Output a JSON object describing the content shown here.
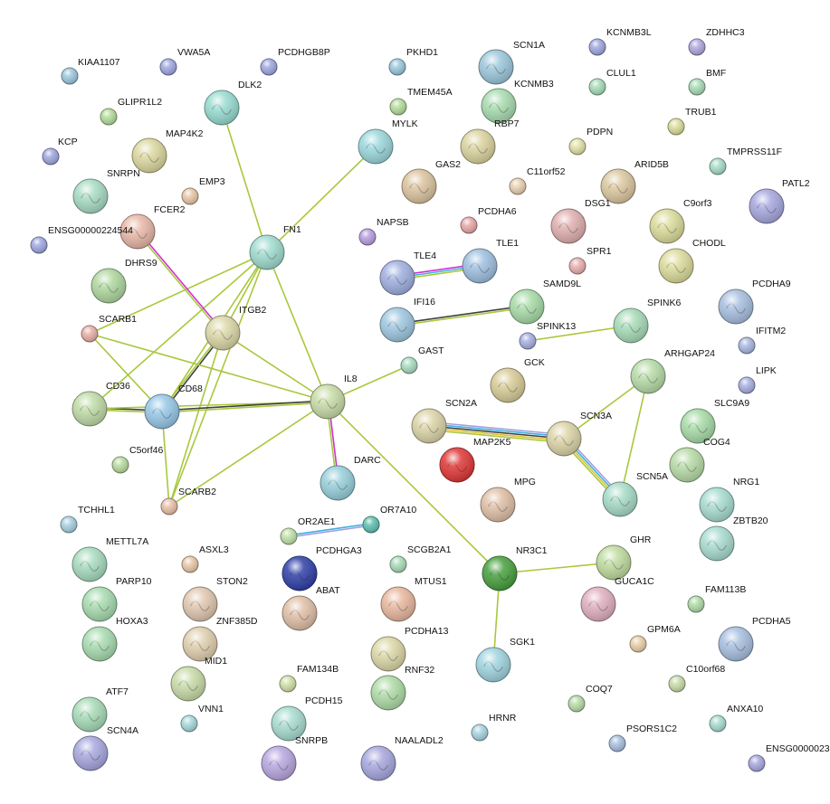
{
  "network": {
    "nodes": [
      {
        "id": "KIAA1107",
        "label": "KIAA1107",
        "color": "#9cc8dc",
        "size": "small"
      },
      {
        "id": "VWA5A",
        "label": "VWA5A",
        "color": "#a0a8e0",
        "size": "small"
      },
      {
        "id": "PCDHGB8P",
        "label": "PCDHGB8P",
        "color": "#a0a8e0",
        "size": "small"
      },
      {
        "id": "PKHD1",
        "label": "PKHD1",
        "color": "#9cc8dc",
        "size": "small"
      },
      {
        "id": "SCN1A",
        "label": "SCN1A",
        "color": "#9cc8dc",
        "size": "large"
      },
      {
        "id": "KCNMB3L",
        "label": "KCNMB3L",
        "color": "#a0a8e0",
        "size": "small"
      },
      {
        "id": "ZDHHC3",
        "label": "ZDHHC3",
        "color": "#b0a8e0",
        "size": "small"
      },
      {
        "id": "DLK2",
        "label": "DLK2",
        "color": "#98dcd0",
        "size": "large"
      },
      {
        "id": "GLIPR1L2",
        "label": "GLIPR1L2",
        "color": "#b4dc9c",
        "size": "small"
      },
      {
        "id": "TMEM45A",
        "label": "TMEM45A",
        "color": "#b4dc9c",
        "size": "small"
      },
      {
        "id": "KCNMB3",
        "label": "KCNMB3",
        "color": "#a8dcb0",
        "size": "large"
      },
      {
        "id": "CLUL1",
        "label": "CLUL1",
        "color": "#a8dcb8",
        "size": "small"
      },
      {
        "id": "BMF",
        "label": "BMF",
        "color": "#a8dcb8",
        "size": "small"
      },
      {
        "id": "MYLK",
        "label": "MYLK",
        "color": "#9cd8dc",
        "size": "large"
      },
      {
        "id": "RBP7",
        "label": "RBP7",
        "color": "#dcd4a0",
        "size": "large"
      },
      {
        "id": "TRUB1",
        "label": "TRUB1",
        "color": "#dcdc9c",
        "size": "small"
      },
      {
        "id": "KCP",
        "label": "KCP",
        "color": "#a0a8e0",
        "size": "small"
      },
      {
        "id": "MAP4K2",
        "label": "MAP4K2",
        "color": "#dcd8a0",
        "size": "large"
      },
      {
        "id": "PDPN",
        "label": "PDPN",
        "color": "#e0e0a8",
        "size": "small"
      },
      {
        "id": "TMPRSS11F",
        "label": "TMPRSS11F",
        "color": "#a8dcc8",
        "size": "small"
      },
      {
        "id": "SNRPN",
        "label": "SNRPN",
        "color": "#a8dcc4",
        "size": "large"
      },
      {
        "id": "GAS2",
        "label": "GAS2",
        "color": "#dcc4a0",
        "size": "large"
      },
      {
        "id": "C11orf52",
        "label": "C11orf52",
        "color": "#e8d0b0",
        "size": "small"
      },
      {
        "id": "ARID5B",
        "label": "ARID5B",
        "color": "#dcc8a0",
        "size": "large"
      },
      {
        "id": "EMP3",
        "label": "EMP3",
        "color": "#e8c8a8",
        "size": "small"
      },
      {
        "id": "PATL2",
        "label": "PATL2",
        "color": "#a8a8e0",
        "size": "large"
      },
      {
        "id": "FCER2",
        "label": "FCER2",
        "color": "#e8b8a8",
        "size": "large"
      },
      {
        "id": "DSG1",
        "label": "DSG1",
        "color": "#e0b0b0",
        "size": "large"
      },
      {
        "id": "C9orf3",
        "label": "C9orf3",
        "color": "#dcdc9c",
        "size": "large"
      },
      {
        "id": "ENSG00000224544",
        "label": "ENSG00000224544",
        "color": "#a0a8e0",
        "size": "small"
      },
      {
        "id": "FN1",
        "label": "FN1",
        "color": "#a0dcd0",
        "size": "large"
      },
      {
        "id": "NAPSB",
        "label": "NAPSB",
        "color": "#b8a0e0",
        "size": "small"
      },
      {
        "id": "PCDHA6",
        "label": "PCDHA6",
        "color": "#e8a8a8",
        "size": "small"
      },
      {
        "id": "SPR1",
        "label": "SPR1",
        "color": "#e8b0b0",
        "size": "small"
      },
      {
        "id": "CHODL",
        "label": "CHODL",
        "color": "#dcdc9c",
        "size": "large"
      },
      {
        "id": "DHRS9",
        "label": "DHRS9",
        "color": "#b0d8a0",
        "size": "large"
      },
      {
        "id": "TLE4",
        "label": "TLE4",
        "color": "#a0b0e0",
        "size": "large"
      },
      {
        "id": "TLE1",
        "label": "TLE1",
        "color": "#a0c0e0",
        "size": "large"
      },
      {
        "id": "PCDHA9",
        "label": "PCDHA9",
        "color": "#a8c0e0",
        "size": "large"
      },
      {
        "id": "SCARB1",
        "label": "SCARB1",
        "color": "#e8b0a8",
        "size": "small"
      },
      {
        "id": "SAMD9L",
        "label": "SAMD9L",
        "color": "#a8dca8",
        "size": "large"
      },
      {
        "id": "ITGB2",
        "label": "ITGB2",
        "color": "#dcd8a8",
        "size": "large"
      },
      {
        "id": "IFI16",
        "label": "IFI16",
        "color": "#a0c8e0",
        "size": "large"
      },
      {
        "id": "SPINK6",
        "label": "SPINK6",
        "color": "#a8dcb8",
        "size": "large"
      },
      {
        "id": "SPINK13",
        "label": "SPINK13",
        "color": "#a8b0e0",
        "size": "small"
      },
      {
        "id": "IFITM2",
        "label": "IFITM2",
        "color": "#a8b8e0",
        "size": "small"
      },
      {
        "id": "GAST",
        "label": "GAST",
        "color": "#a8dcc0",
        "size": "small"
      },
      {
        "id": "ARHGAP24",
        "label": "ARHGAP24",
        "color": "#b8dca8",
        "size": "large"
      },
      {
        "id": "GCK",
        "label": "GCK",
        "color": "#d8cc98",
        "size": "large"
      },
      {
        "id": "LIPK",
        "label": "LIPK",
        "color": "#a8b0e0",
        "size": "small"
      },
      {
        "id": "CD36",
        "label": "CD36",
        "color": "#c0dca8",
        "size": "large"
      },
      {
        "id": "CD68",
        "label": "CD68",
        "color": "#98c8e8",
        "size": "large"
      },
      {
        "id": "IL8",
        "label": "IL8",
        "color": "#c8dca8",
        "size": "large"
      },
      {
        "id": "SCN2A",
        "label": "SCN2A",
        "color": "#dcd4a8",
        "size": "large"
      },
      {
        "id": "SCN3A",
        "label": "SCN3A",
        "color": "#dcd4a8",
        "size": "large"
      },
      {
        "id": "SLC9A9",
        "label": "SLC9A9",
        "color": "#a8dca8",
        "size": "large"
      },
      {
        "id": "MAP2K5",
        "label": "MAP2K5",
        "color": "#e03838",
        "size": "large"
      },
      {
        "id": "COG4",
        "label": "COG4",
        "color": "#b8dca8",
        "size": "large"
      },
      {
        "id": "C5orf46",
        "label": "C5orf46",
        "color": "#b8dca0",
        "size": "small"
      },
      {
        "id": "DARC",
        "label": "DARC",
        "color": "#98d0dc",
        "size": "large"
      },
      {
        "id": "SCN5A",
        "label": "SCN5A",
        "color": "#a8dcc8",
        "size": "large"
      },
      {
        "id": "NRG1",
        "label": "NRG1",
        "color": "#a8dcd0",
        "size": "large"
      },
      {
        "id": "MPG",
        "label": "MPG",
        "color": "#e0c0a8",
        "size": "large"
      },
      {
        "id": "SCARB2",
        "label": "SCARB2",
        "color": "#e8c0a8",
        "size": "small"
      },
      {
        "id": "ZBTB20",
        "label": "ZBTB20",
        "color": "#a8dcd0",
        "size": "large"
      },
      {
        "id": "TCHHL1",
        "label": "TCHHL1",
        "color": "#a8d0e0",
        "size": "small"
      },
      {
        "id": "OR2AE1",
        "label": "OR2AE1",
        "color": "#c0e0a8",
        "size": "small"
      },
      {
        "id": "OR7A10",
        "label": "OR7A10",
        "color": "#60c0b0",
        "size": "small"
      },
      {
        "id": "METTL7A",
        "label": "METTL7A",
        "color": "#a8dcc0",
        "size": "large"
      },
      {
        "id": "ASXL3",
        "label": "ASXL3",
        "color": "#e8c8a8",
        "size": "small"
      },
      {
        "id": "PCDHGA3",
        "label": "PCDHGA3",
        "color": "#3040a8",
        "size": "large"
      },
      {
        "id": "SCGB2A1",
        "label": "SCGB2A1",
        "color": "#a8dcb8",
        "size": "small"
      },
      {
        "id": "NR3C1",
        "label": "NR3C1",
        "color": "#48a040",
        "size": "large"
      },
      {
        "id": "GHR",
        "label": "GHR",
        "color": "#c0dca0",
        "size": "large"
      },
      {
        "id": "PARP10",
        "label": "PARP10",
        "color": "#a8dcb0",
        "size": "large"
      },
      {
        "id": "STON2",
        "label": "STON2",
        "color": "#e0c8b0",
        "size": "large"
      },
      {
        "id": "ABAT",
        "label": "ABAT",
        "color": "#e0c0a8",
        "size": "large"
      },
      {
        "id": "MTUS1",
        "label": "MTUS1",
        "color": "#e8b8a0",
        "size": "large"
      },
      {
        "id": "GUCA1C",
        "label": "GUCA1C",
        "color": "#e0b0c0",
        "size": "large"
      },
      {
        "id": "FAM113B",
        "label": "FAM113B",
        "color": "#b0dca8",
        "size": "small"
      },
      {
        "id": "HOXA3",
        "label": "HOXA3",
        "color": "#a8dcb0",
        "size": "large"
      },
      {
        "id": "ZNF385D",
        "label": "ZNF385D",
        "color": "#e0d0b0",
        "size": "large"
      },
      {
        "id": "PCDHA13",
        "label": "PCDHA13",
        "color": "#dcd8a8",
        "size": "large"
      },
      {
        "id": "PCDHA5",
        "label": "PCDHA5",
        "color": "#a8c0e0",
        "size": "large"
      },
      {
        "id": "GPM6A",
        "label": "GPM6A",
        "color": "#e8d0a8",
        "size": "small"
      },
      {
        "id": "SGK1",
        "label": "SGK1",
        "color": "#a0d4e0",
        "size": "large"
      },
      {
        "id": "MID1",
        "label": "MID1",
        "color": "#c8dca8",
        "size": "large"
      },
      {
        "id": "RNF32",
        "label": "RNF32",
        "color": "#b0dca8",
        "size": "large"
      },
      {
        "id": "FAM134B",
        "label": "FAM134B",
        "color": "#d0e0a8",
        "size": "small"
      },
      {
        "id": "C10orf68",
        "label": "C10orf68",
        "color": "#c8dca8",
        "size": "small"
      },
      {
        "id": "ATF7",
        "label": "ATF7",
        "color": "#a8dcb8",
        "size": "large"
      },
      {
        "id": "COQ7",
        "label": "COQ7",
        "color": "#b8dca8",
        "size": "small"
      },
      {
        "id": "VNN1",
        "label": "VNN1",
        "color": "#a8d8dc",
        "size": "small"
      },
      {
        "id": "PCDH15",
        "label": "PCDH15",
        "color": "#a8dcd0",
        "size": "large"
      },
      {
        "id": "ANXA10",
        "label": "ANXA10",
        "color": "#a8dcd0",
        "size": "small"
      },
      {
        "id": "HRNR",
        "label": "HRNR",
        "color": "#a8d4e0",
        "size": "small"
      },
      {
        "id": "PSORS1C2",
        "label": "PSORS1C2",
        "color": "#a8c0e0",
        "size": "small"
      },
      {
        "id": "SCN4A",
        "label": "SCN4A",
        "color": "#a8a8e0",
        "size": "large"
      },
      {
        "id": "SNRPB",
        "label": "SNRPB",
        "color": "#b8a8e0",
        "size": "large"
      },
      {
        "id": "NAALADL2",
        "label": "NAALADL2",
        "color": "#a8a8e0",
        "size": "large"
      },
      {
        "id": "ENSG0000023",
        "label": "ENSG0000023",
        "color": "#a8a8e0",
        "size": "small"
      }
    ],
    "edges": [
      {
        "source": "DLK2",
        "target": "FN1",
        "colors": [
          "#a8c83c"
        ]
      },
      {
        "source": "MYLK",
        "target": "FN1",
        "colors": [
          "#a8c83c"
        ]
      },
      {
        "source": "FN1",
        "target": "IL8",
        "colors": [
          "#a8c83c"
        ]
      },
      {
        "source": "FN1",
        "target": "ITGB2",
        "colors": [
          "#a8c83c"
        ]
      },
      {
        "source": "FN1",
        "target": "CD68",
        "colors": [
          "#a8c83c"
        ]
      },
      {
        "source": "FN1",
        "target": "CD36",
        "colors": [
          "#a8c83c"
        ]
      },
      {
        "source": "FN1",
        "target": "SCARB1",
        "colors": [
          "#a8c83c"
        ]
      },
      {
        "source": "FN1",
        "target": "SCARB2",
        "colors": [
          "#a8c83c"
        ]
      },
      {
        "source": "FCER2",
        "target": "ITGB2",
        "colors": [
          "#d030d0",
          "#a8c83c"
        ]
      },
      {
        "source": "ITGB2",
        "target": "CD68",
        "colors": [
          "#404040",
          "#a8c83c"
        ]
      },
      {
        "source": "ITGB2",
        "target": "IL8",
        "colors": [
          "#a8c83c"
        ]
      },
      {
        "source": "ITGB2",
        "target": "SCARB2",
        "colors": [
          "#a8c83c"
        ]
      },
      {
        "source": "SCARB1",
        "target": "IL8",
        "colors": [
          "#a8c83c"
        ]
      },
      {
        "source": "SCARB1",
        "target": "CD68",
        "colors": [
          "#a8c83c"
        ]
      },
      {
        "source": "CD36",
        "target": "CD68",
        "colors": [
          "#404040",
          "#a8c83c"
        ]
      },
      {
        "source": "CD36",
        "target": "IL8",
        "colors": [
          "#a8c83c"
        ]
      },
      {
        "source": "CD68",
        "target": "IL8",
        "colors": [
          "#404040",
          "#a8c83c"
        ]
      },
      {
        "source": "CD68",
        "target": "SCARB2",
        "colors": [
          "#a8c83c"
        ]
      },
      {
        "source": "SCARB2",
        "target": "IL8",
        "colors": [
          "#a8c83c"
        ]
      },
      {
        "source": "IL8",
        "target": "GAST",
        "colors": [
          "#a8c83c"
        ]
      },
      {
        "source": "IL8",
        "target": "DARC",
        "colors": [
          "#d030d0",
          "#a8c83c"
        ]
      },
      {
        "source": "IL8",
        "target": "NR3C1",
        "colors": [
          "#a8c83c"
        ]
      },
      {
        "source": "NR3C1",
        "target": "GHR",
        "colors": [
          "#a8c83c"
        ]
      },
      {
        "source": "NR3C1",
        "target": "SGK1",
        "colors": [
          "#a8c83c"
        ]
      },
      {
        "source": "TLE4",
        "target": "TLE1",
        "colors": [
          "#d030d0",
          "#40b0e0",
          "#a8c83c"
        ]
      },
      {
        "source": "IFI16",
        "target": "SAMD9L",
        "colors": [
          "#404040",
          "#a8c83c"
        ]
      },
      {
        "source": "SPINK13",
        "target": "SPINK6",
        "colors": [
          "#a8c83c"
        ]
      },
      {
        "source": "SCN2A",
        "target": "SCN3A",
        "colors": [
          "#a0a0e0",
          "#40b0e0",
          "#404040",
          "#e0c030",
          "#a8c83c"
        ]
      },
      {
        "source": "SCN3A",
        "target": "SCN5A",
        "colors": [
          "#a0a0e0",
          "#40b0e0",
          "#e0c030",
          "#a8c83c"
        ]
      },
      {
        "source": "ARHGAP24",
        "target": "SCN3A",
        "colors": [
          "#a8c83c"
        ]
      },
      {
        "source": "ARHGAP24",
        "target": "SCN5A",
        "colors": [
          "#a8c83c"
        ]
      },
      {
        "source": "OR2AE1",
        "target": "OR7A10",
        "colors": [
          "#40b0e0",
          "#a0a0e0"
        ]
      }
    ]
  }
}
